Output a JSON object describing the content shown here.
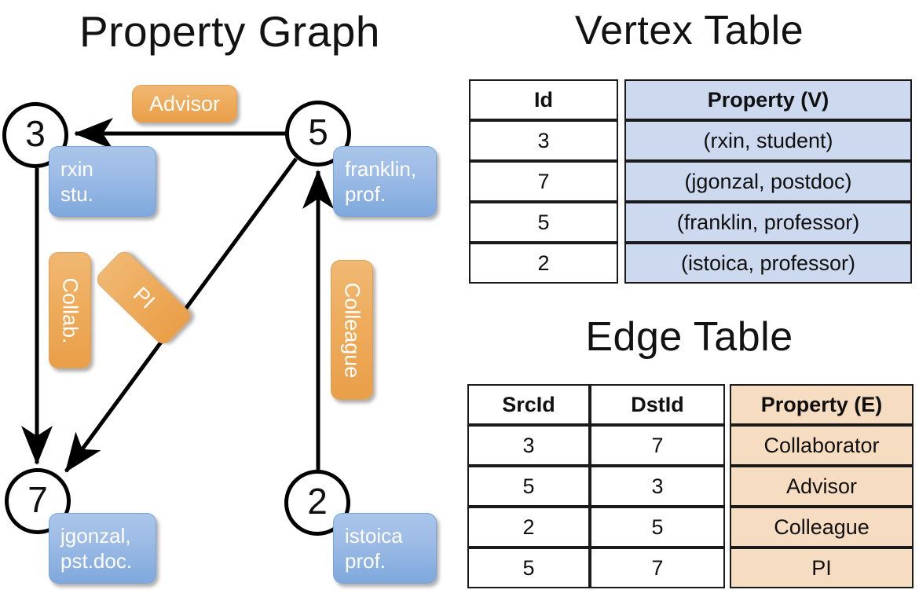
{
  "panels": {
    "graph_title": "Property Graph",
    "vertex_title": "Vertex Table",
    "edge_title": "Edge Table"
  },
  "graph": {
    "nodes": [
      {
        "id": "3",
        "label": "rxin\nstu."
      },
      {
        "id": "5",
        "label": "franklin,\nprof."
      },
      {
        "id": "7",
        "label": "jgonzal,\npst.doc."
      },
      {
        "id": "2",
        "label": "istoica\nprof."
      }
    ],
    "edge_labels": [
      {
        "name": "advisor",
        "text": "Advisor"
      },
      {
        "name": "collab",
        "text": "Collab."
      },
      {
        "name": "pi",
        "text": "PI"
      },
      {
        "name": "colleague",
        "text": "Colleague"
      }
    ]
  },
  "vertex_table": {
    "headers": [
      "Id",
      "Property (V)"
    ],
    "rows": [
      {
        "id": "3",
        "property": "(rxin, student)"
      },
      {
        "id": "7",
        "property": "(jgonzal, postdoc)"
      },
      {
        "id": "5",
        "property": "(franklin, professor)"
      },
      {
        "id": "2",
        "property": "(istoica, professor)"
      }
    ]
  },
  "edge_table": {
    "headers": [
      "SrcId",
      "DstId",
      "Property (E)"
    ],
    "rows": [
      {
        "src": "3",
        "dst": "7",
        "property": "Collaborator"
      },
      {
        "src": "5",
        "dst": "3",
        "property": "Advisor"
      },
      {
        "src": "2",
        "dst": "5",
        "property": "Colleague"
      },
      {
        "src": "5",
        "dst": "7",
        "property": "PI"
      }
    ]
  },
  "colors": {
    "vertex_box": "#9dbce6",
    "edge_box": "#eeac5c",
    "vertex_table_fill": "#ccd9ee",
    "edge_table_fill": "#f6ddc1",
    "stroke": "#000000"
  }
}
